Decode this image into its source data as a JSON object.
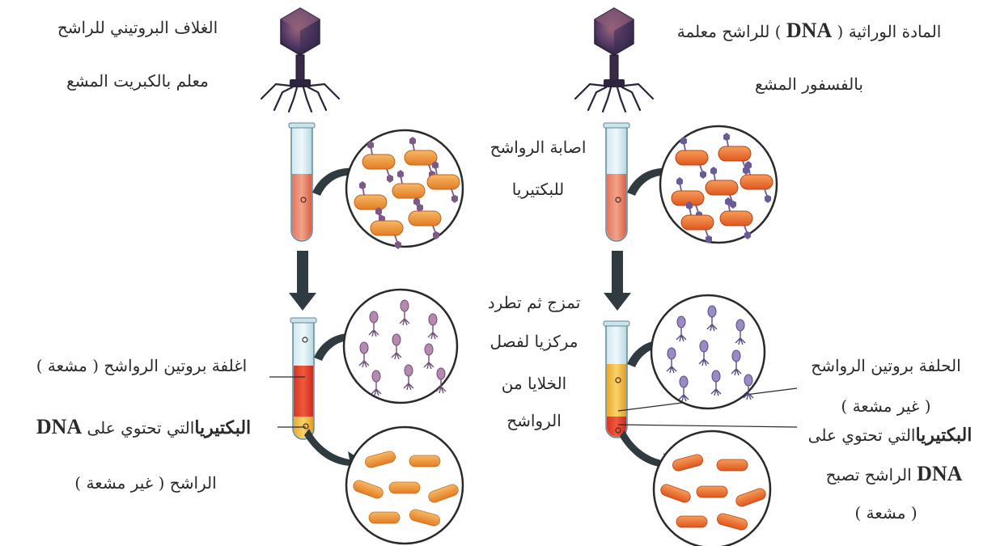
{
  "left": {
    "phage_caption_line1": "الغلاف البروتيني للراشح",
    "phage_caption_line2": "معلم بالكبريت المشع",
    "pellet_label_bold": "البكتيريا",
    "pellet_label_rest": "التي تحتوي على",
    "pellet_label_dna": "DNA",
    "pellet_label_line2": "الراشح ( غير مشعة )",
    "supernatant_label": "اغلفة بروتين الرواشح ( مشعة )"
  },
  "right": {
    "phage_caption_line1_a": "المادة الوراثية (",
    "phage_caption_line1_dna": "DNA",
    "phage_caption_line1_b": ") للراشح معلمة",
    "phage_caption_line2": "بالفسفور المشع",
    "supernatant_label_line1": "الحلفة بروتين الرواشح",
    "supernatant_label_line2": "( غير مشعة )",
    "pellet_label_bold": "البكتيريا",
    "pellet_label_rest": "التي تحتوي على",
    "pellet_label_dna": "DNA",
    "pellet_label_line2_rest": "الراشح تصبح",
    "pellet_label_line3": "( مشعة )"
  },
  "center": {
    "infection_line1": "اصابة الرواشح",
    "infection_line2": "للبكتيريا",
    "centrifuge_line1": "تمزج ثم تطرد",
    "centrifuge_line2": "مركزيا لفصل",
    "centrifuge_line3": "الخلايا من",
    "centrifuge_line4": "الرواشح"
  },
  "colors": {
    "tube_blue": "#b7dbe6",
    "liquid_red": "#e24b3a",
    "liquid_orange": "#e98565",
    "pellet_yellow": "#f2c24b",
    "supernatant_yellow": "#f3c542",
    "bacteria_orange": "#f0943a",
    "phage_purple": "#8c6f9b",
    "arrow_dark": "#2f3b40"
  }
}
